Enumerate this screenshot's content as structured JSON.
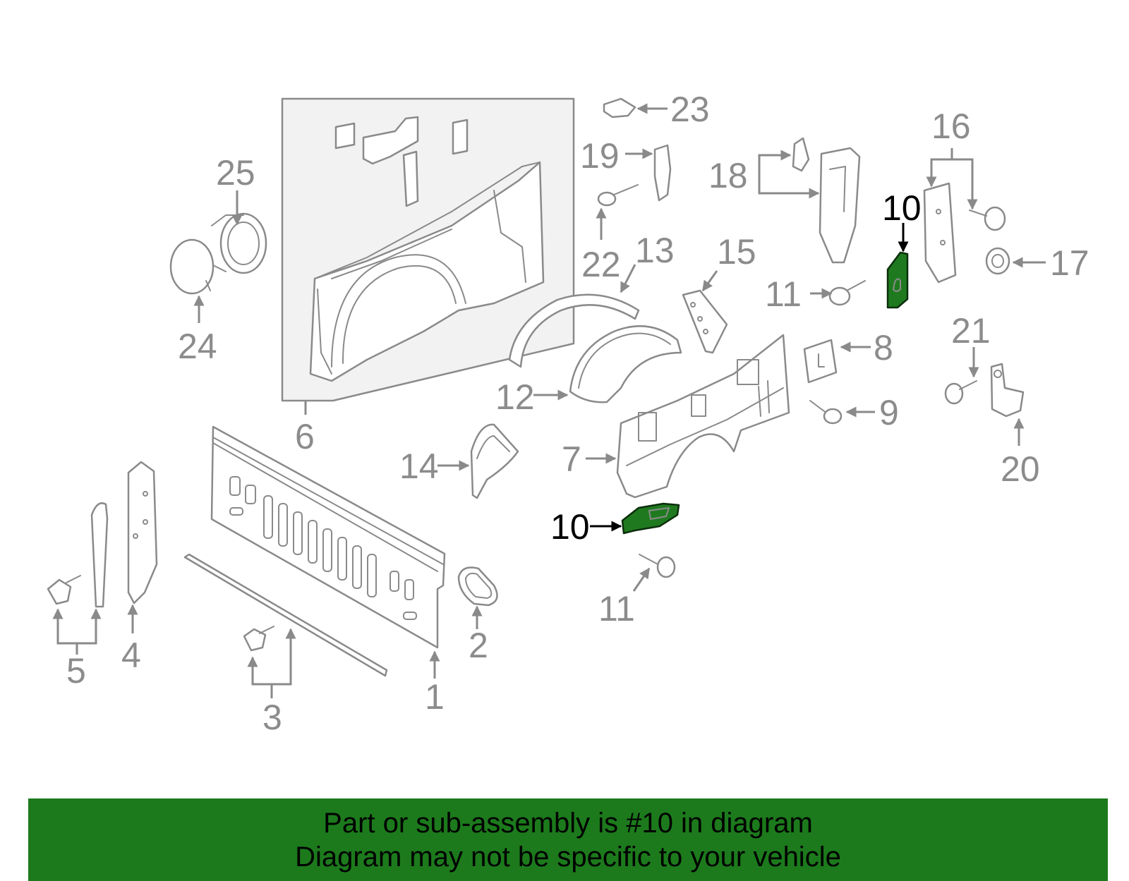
{
  "colors": {
    "highlight_part": "#1f7a1f",
    "banner_background": "#1c7a1c",
    "callout_text": "#8c8c8c",
    "highlight_callout_text": "#000000",
    "line_art": "#8a8a8a",
    "panel_fill": "#f2f2f2"
  },
  "callouts": {
    "c1": "1",
    "c2": "2",
    "c3": "3",
    "c4": "4",
    "c5": "5",
    "c6": "6",
    "c7": "7",
    "c8": "8",
    "c9": "9",
    "c10_top": "10",
    "c10_bottom": "10",
    "c11_top": "11",
    "c11_bottom": "11",
    "c12": "12",
    "c13": "13",
    "c14": "14",
    "c15": "15",
    "c16": "16",
    "c17": "17",
    "c18": "18",
    "c19": "19",
    "c20": "20",
    "c21": "21",
    "c22": "22",
    "c23": "23",
    "c24": "24",
    "c25": "25"
  },
  "banner": {
    "line1": "Part or sub-assembly is #10 in diagram",
    "line2": "Diagram may not be specific to your vehicle"
  }
}
